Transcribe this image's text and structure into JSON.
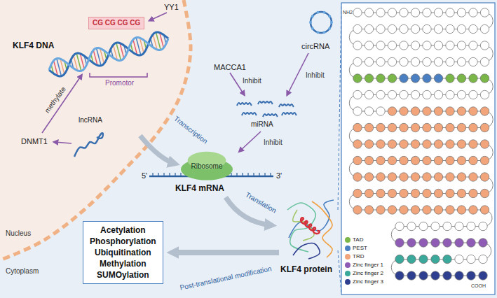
{
  "diagram": {
    "nodes": [
      {
        "text": [
          "CG CG CG CG"
        ]
      },
      {
        "text": [
          "Ribosome"
        ]
      },
      {
        "text": [
          "Acetylation",
          "Phosphorylation",
          "Ubiquitination",
          "Methylation",
          "SUMOylation"
        ]
      }
    ],
    "labels": [
      "KLF4 DNA",
      "YY1",
      "Promotor",
      "methylate",
      "DNMT1",
      "lncRNA",
      "Nucleus",
      "Cytoplasm",
      "Transcription",
      "MACCA1",
      "Inhibit",
      "circRNA",
      "Inhibit",
      "miRNA",
      "Inhibit",
      "5'",
      "3'",
      "KLF4 mRNA",
      "Translation",
      "KLF4 protein",
      "Post-translational modification",
      "NH2",
      "COOH"
    ],
    "legend": [
      {
        "text": "TAD",
        "color": "#7ab648"
      },
      {
        "text": "PEST",
        "color": "#4a7fc1"
      },
      {
        "text": "TRD",
        "color": "#f2a47a"
      },
      {
        "text": "Zinc finger 1",
        "color": "#8e5bb5"
      },
      {
        "text": "Zinc finger 2",
        "color": "#3aa89a"
      },
      {
        "text": "Zinc finger 3",
        "color": "#2f3f8f"
      }
    ]
  }
}
